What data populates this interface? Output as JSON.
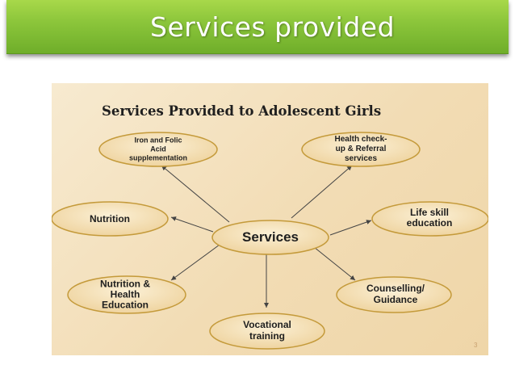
{
  "slide_title": "Services provided",
  "diagram": {
    "heading": "Services Provided to Adolescent Girls",
    "center": "Services",
    "nodes": [
      {
        "id": "iron",
        "label": "Iron and Folic\nAcid\nsupplementation"
      },
      {
        "id": "health",
        "label": "Health check-\nup & Referral\nservices"
      },
      {
        "id": "nutrition",
        "label": "Nutrition"
      },
      {
        "id": "lifeskill",
        "label": "Life skill\neducation"
      },
      {
        "id": "nhe",
        "label": "Nutrition &\nHealth\nEducation"
      },
      {
        "id": "counselling",
        "label": "Counselling/\nGuidance"
      },
      {
        "id": "vocational",
        "label": "Vocational\ntraining"
      }
    ],
    "page_number": "3"
  },
  "colors": {
    "title_bar": "#8cc63b",
    "ellipse_fill": "#f6e3bd",
    "ellipse_stroke": "#c49a3a",
    "background": "#f2dcb4"
  }
}
